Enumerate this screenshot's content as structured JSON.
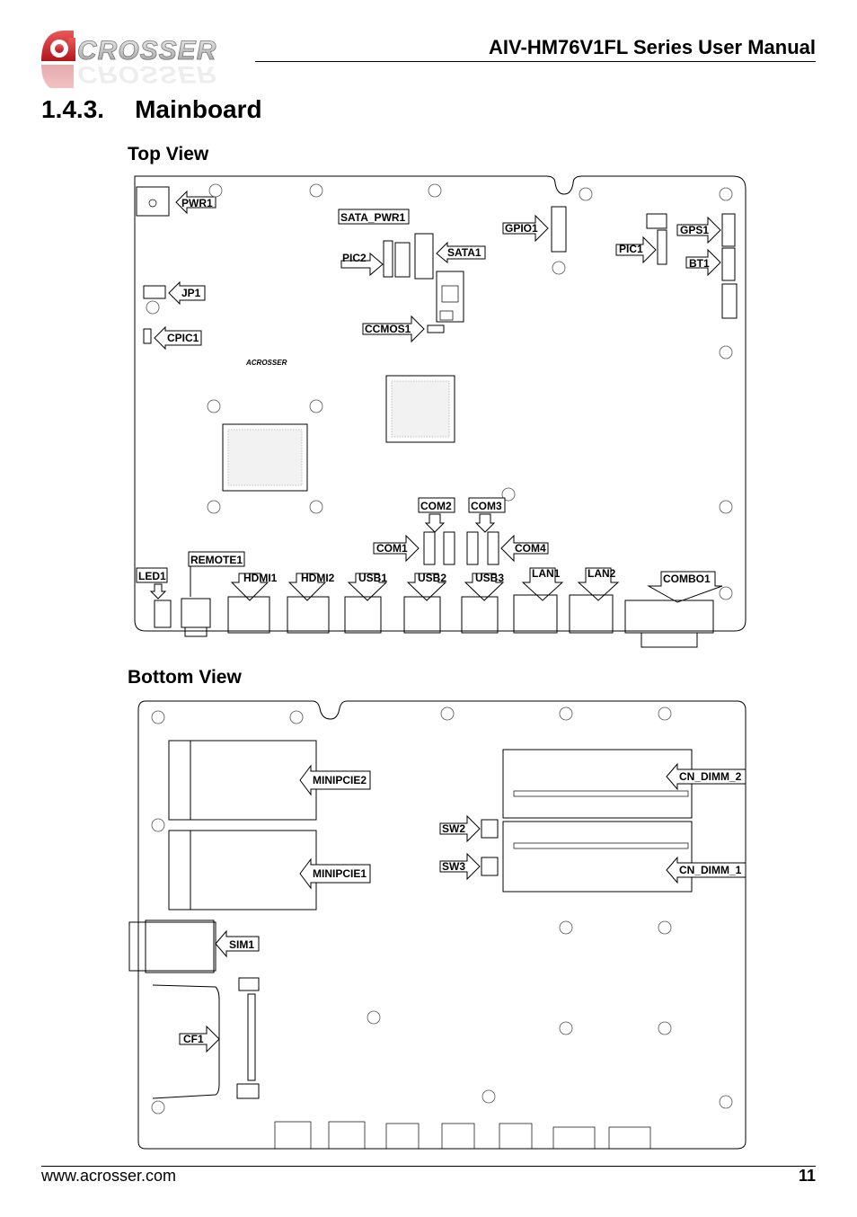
{
  "header": {
    "logo_text": "ACROSSER",
    "title": "AIV-HM76V1FL Series User Manual"
  },
  "section": {
    "number": "1.4.3.",
    "title": "Mainboard"
  },
  "top_view": {
    "title": "Top View",
    "board_mark": "ACROSSER",
    "labels": {
      "pwr1": "PWR1",
      "sata_pwr1": "SATA_PWR1",
      "gpio1": "GPIO1",
      "gps1": "GPS1",
      "pic2": "PIC2",
      "sata1": "SATA1",
      "pic1": "PIC1",
      "bt1": "BT1",
      "jp1": "JP1",
      "ccmos1": "CCMOS1",
      "cpic1": "CPIC1",
      "com2": "COM2",
      "com3": "COM3",
      "com1": "COM1",
      "com4": "COM4",
      "led1": "LED1",
      "remote1": "REMOTE1",
      "hdmi1": "HDMI1",
      "hdmi2": "HDMI2",
      "usb1": "USB1",
      "usb2": "USB2",
      "usb3": "USB3",
      "lan1": "LAN1",
      "lan2": "LAN2",
      "combo1": "COMBO1"
    }
  },
  "bottom_view": {
    "title": "Bottom View",
    "labels": {
      "minipcie2": "MINIPCIE2",
      "minipcie1": "MINIPCIE1",
      "cn_dimm_2": "CN_DIMM_2",
      "cn_dimm_1": "CN_DIMM_1",
      "sw2": "SW2",
      "sw3": "SW3",
      "sim1": "SIM1",
      "cf1": "CF1"
    }
  },
  "footer": {
    "url": "www.acrosser.com",
    "page": "11"
  }
}
